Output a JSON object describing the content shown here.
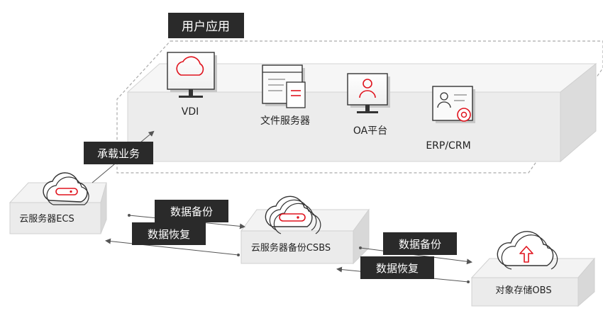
{
  "top_group": {
    "title": "用户应用",
    "apps": [
      {
        "label": "VDI",
        "icon": "monitor-cloud-icon"
      },
      {
        "label": "文件服务器",
        "icon": "file-window-icon"
      },
      {
        "label": "OA平台",
        "icon": "monitor-user-icon"
      },
      {
        "label": "ERP/CRM",
        "icon": "card-gear-icon"
      }
    ]
  },
  "nodes": {
    "ecs": {
      "label": "云服务器ECS",
      "icon": "cloud-server-icon"
    },
    "csbs": {
      "label": "云服务器备份CSBS",
      "icon": "cloud-backup-icon"
    },
    "obs": {
      "label": "对象存储OBS",
      "icon": "cloud-upload-icon"
    }
  },
  "edges": {
    "bearing": "承载业务",
    "backup_1": "数据备份",
    "restore_1": "数据恢复",
    "backup_2": "数据备份",
    "restore_2": "数据恢复"
  },
  "colors": {
    "accent": "#e0141e",
    "tag_bg": "#2a2a2a",
    "tag_text": "#ffffff",
    "platform_top": "#f4f4f4",
    "platform_side": "#dedede",
    "line": "#555555"
  }
}
